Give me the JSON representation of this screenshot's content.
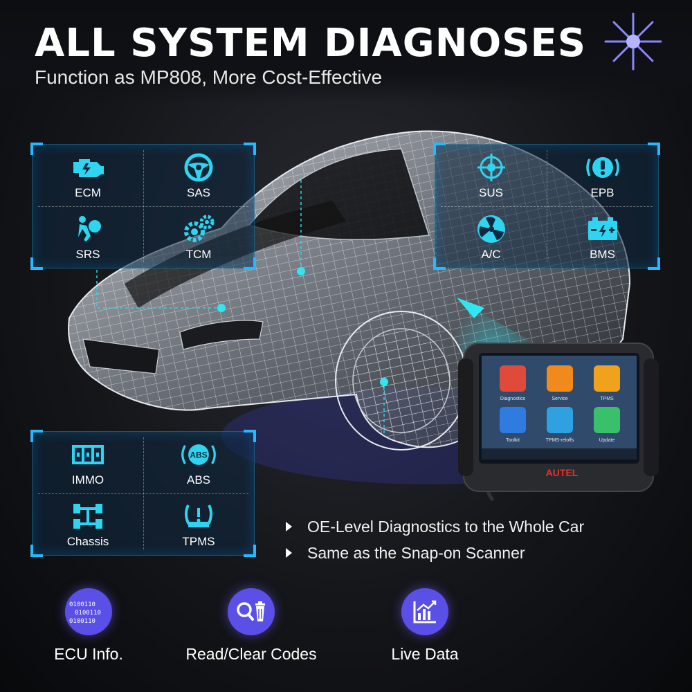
{
  "header": {
    "title": "ALL SYSTEM DIAGNOSES",
    "subtitle": "Function as MP808, More Cost-Effective"
  },
  "panels": {
    "top_left": [
      {
        "label": "ECM",
        "icon": "engine-icon"
      },
      {
        "label": "SAS",
        "icon": "steering-wheel-icon"
      },
      {
        "label": "SRS",
        "icon": "airbag-icon"
      },
      {
        "label": "TCM",
        "icon": "gears-icon"
      }
    ],
    "top_right": [
      {
        "label": "SUS",
        "icon": "suspension-icon"
      },
      {
        "label": "EPB",
        "icon": "parking-brake-icon"
      },
      {
        "label": "A/C",
        "icon": "fan-icon"
      },
      {
        "label": "BMS",
        "icon": "battery-icon"
      }
    ],
    "bottom_left": [
      {
        "label": "IMMO",
        "icon": "immobilizer-icon"
      },
      {
        "label": "ABS",
        "icon": "abs-icon"
      },
      {
        "label": "Chassis",
        "icon": "chassis-icon"
      },
      {
        "label": "TPMS",
        "icon": "tire-pressure-icon"
      }
    ]
  },
  "features": [
    "OE-Level Diagnostics to the Whole Car",
    "Same as the Snap-on Scanner"
  ],
  "functions": [
    {
      "label": "ECU Info.",
      "icon": "binary-code-icon",
      "code_lines": [
        "0100110",
        "0100110",
        "0100110"
      ]
    },
    {
      "label": "Read/Clear Codes",
      "icon": "search-trash-icon"
    },
    {
      "label": "Live Data",
      "icon": "live-data-chart-icon"
    }
  ],
  "tablet": {
    "brand": "AUTEL",
    "apps": [
      "Diagnostics",
      "Service",
      "TPMS",
      "Toolkit",
      "TPMS-reloffs",
      "Update"
    ]
  },
  "colors": {
    "accent_cyan": "#27b8ff",
    "icon_cyan": "#2fd4f0",
    "function_purple": "#5a4fe6",
    "background": "#0b0c0f"
  }
}
